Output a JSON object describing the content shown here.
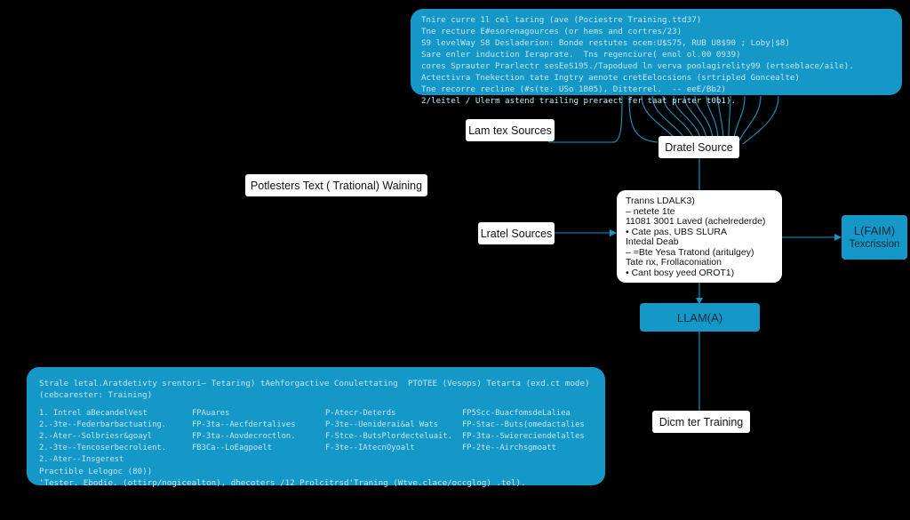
{
  "top_panel": {
    "lines": [
      "Tnire curre 1l cel taring (ave (Pociestre Training.ttd37)",
      "Tne recture E#esorenagources (or hems and cortres/23)",
      "S9 levelWay S8 Desladerion: Bonde restutes ocem:U$S75, RUB U8$90 ; Loby|$8)",
      "Sare enler induction Ieraprate.  Tns regenciure( enol ol.00 0939)",
      "cores Sprauter Prarlectr sesEeS195./Tapodued ln verva poolagirelity99 (ertseblace/aile).",
      "Actectivra Tnekection tate Ingtry aenote cretEelocsions (srtripled Goncealte)",
      "Tne recorre recline (#s(te: USo 1B05), Ditterrel.  -- eeE/Bb2)",
      "2/leitel / Ulerm astend trailing preraect fer taat prater t0b1)."
    ]
  },
  "labels": {
    "lam_tex_sources": "Lam tex Sources",
    "dratel_source": "Dratel Source",
    "potlesters_text": "Potlesters Text ( Trational) Waining",
    "latral_sources": "Lratel Sources",
    "llama_center": "LLAM(A)",
    "lfaim_title": "L(FAIM)",
    "lfaim_subtitle": "Texcrission",
    "dicm_training": "Dicm ter Training"
  },
  "trans_box": {
    "lines": [
      "Tranns LDALK3)",
      "  – netete 1te",
      "  11081 3001 Laved (achelrederde)",
      "•  Cate pas, UBS SLURA",
      "  Intedal Deab",
      "  – =Bte Yesa Tratond (aritulgey)",
      "  Tate nx, Frollaconiation",
      "•  Cant bosy yeed OROT1)"
    ]
  },
  "bottom_panel": {
    "header1": "Strale letal.Aratdetivty srentori– Tetaring) tAehforgactive Conulettating  PTOTEE (Vesops) Tetarta (exd.ct mode)",
    "header2": "(cebcarester: Training)",
    "columns": [
      [
        "1. Intrel aBecandelVest",
        "2.-3te--Federbarbactuating.",
        "2.-Ater--Solbriesr&goayl",
        "2.-3te--Tencoserbecrolient.",
        "2.-Ater--Insgerest"
      ],
      [
        "FPAuares",
        "FP-3ta--Aecfdertalives",
        "FP-3ta--Aovdecroctlon.",
        "FB3Ca--LoEagpoelt",
        ""
      ],
      [
        "P-Atecr-Deterds",
        "P-3te--Ueniderai&al Wats",
        "F-Stce--ButsPlordecteluait.",
        "F-3te--IAtecnOyoalt",
        ""
      ],
      [
        "FP5Scc-BuacfomsdeLaliea",
        "FP-Stac--Buts(omedactalies",
        "FP-3ta--Swiereciendelalles",
        "FP-2te--Airchsgmoatt",
        ""
      ]
    ],
    "footer1": "Practible Lelogoc (80))",
    "footer2": "'Tester. Ebodie. (ottirp/nogicealton), dhecoters /12 Prolcitrsd'Traning (Wtve.clace/occglog) .tel)."
  }
}
